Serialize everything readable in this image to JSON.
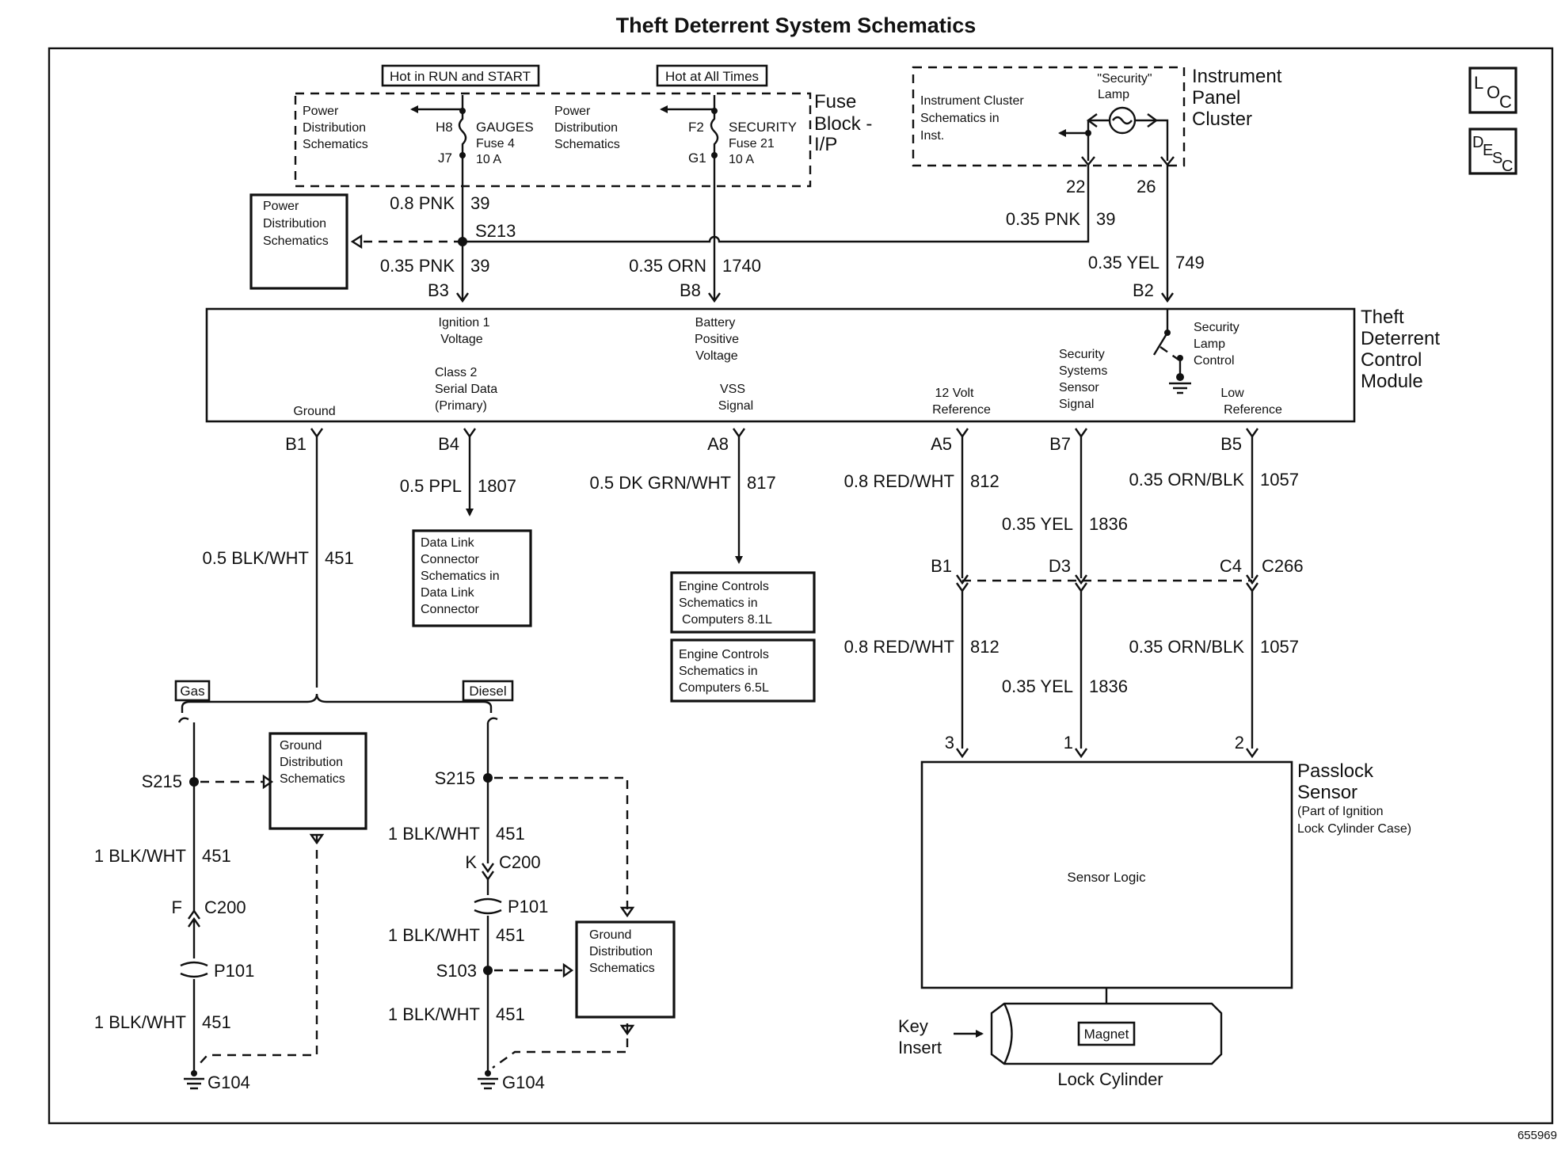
{
  "title": "Theft Deterrent System Schematics",
  "figure_id": "655969",
  "icons": {
    "loc": "LOC",
    "desc": "DESC"
  },
  "header_labels": {
    "hot_run_start": "Hot in RUN and START",
    "hot_all_times": "Hot at All Times"
  },
  "fuse_block": {
    "name": [
      "Fuse",
      "Block -",
      "I/P"
    ],
    "pds_left": [
      "Power",
      "Distribution",
      "Schematics"
    ],
    "pds_right": [
      "Power",
      "Distribution",
      "Schematics"
    ],
    "gauges_fuse": {
      "top_pin": "H8",
      "bottom_pin": "J7",
      "lines": [
        "GAUGES",
        "Fuse 4",
        "10 A"
      ]
    },
    "security_fuse": {
      "top_pin": "F2",
      "bottom_pin": "G1",
      "lines": [
        "SECURITY",
        "Fuse 21",
        "10 A"
      ]
    }
  },
  "instrument_cluster": {
    "name": [
      "Instrument",
      "Panel",
      "Cluster"
    ],
    "ref": [
      "Instrument Cluster",
      "Schematics in",
      "Inst."
    ],
    "lamp": [
      "\"Security\"",
      "Lamp"
    ],
    "pin_left": "22",
    "pin_right": "26"
  },
  "power_box": [
    "Power",
    "Distribution",
    "Schematics"
  ],
  "top_wires": {
    "w1": {
      "gauge": "0.8 PNK",
      "circuit": "39"
    },
    "splice": "S213",
    "w2": {
      "gauge": "0.35 PNK",
      "circuit": "39"
    },
    "w3": {
      "gauge": "0.35 PNK",
      "circuit": "39"
    },
    "w4": {
      "gauge": "0.35 ORN",
      "circuit": "1740"
    },
    "w5": {
      "gauge": "0.35 YEL",
      "circuit": "749"
    }
  },
  "module": {
    "name": [
      "Theft",
      "Deterrent",
      "Control",
      "Module"
    ],
    "top_pins": [
      "B3",
      "B8",
      "B2"
    ],
    "labels": {
      "ign": [
        "Ignition 1",
        "Voltage"
      ],
      "batt": [
        "Battery",
        "Positive",
        "Voltage"
      ],
      "lamp_ctrl": [
        "Security",
        "Lamp",
        "Control"
      ],
      "ground": "Ground",
      "serial": [
        "Class 2",
        "Serial Data",
        "(Primary)"
      ],
      "vss": [
        "VSS",
        "Signal"
      ],
      "ref12": [
        "12 Volt",
        "Reference"
      ],
      "sensor": [
        "Security",
        "Systems",
        "Sensor",
        "Signal"
      ],
      "lowref": [
        "Low",
        "Reference"
      ]
    },
    "bottom_pins": [
      "B1",
      "B4",
      "A8",
      "A5",
      "B7",
      "B5"
    ]
  },
  "wires_mid": {
    "gnd": {
      "gauge": "0.5 BLK/WHT",
      "circuit": "451"
    },
    "data": {
      "gauge": "0.5 PPL",
      "circuit": "1807"
    },
    "vss": {
      "gauge": "0.5 DK GRN/WHT",
      "circuit": "817"
    },
    "ref": {
      "gauge": "0.8 RED/WHT",
      "circuit": "812"
    },
    "sig": {
      "gauge": "0.35 YEL",
      "circuit": "1836"
    },
    "low": {
      "gauge": "0.35 ORN/BLK",
      "circuit": "1057"
    }
  },
  "boxes": {
    "dlc": [
      "Data Link",
      "Connector",
      "Schematics in",
      "Data Link",
      "Connector"
    ],
    "ec81": [
      "Engine Controls",
      "Schematics in",
      "Computers 8.1L"
    ],
    "ec65": [
      "Engine Controls",
      "Schematics in",
      "Computers 6.5L"
    ],
    "gds1": [
      "Ground",
      "Distribution",
      "Schematics"
    ],
    "gds2": [
      "Ground",
      "Distribution",
      "Schematics"
    ]
  },
  "connector_c266": {
    "pins": [
      "B1",
      "D3",
      "C4"
    ],
    "name": "C266"
  },
  "passlock_wires": {
    "ref": {
      "gauge": "0.8 RED/WHT",
      "circuit": "812"
    },
    "sig": {
      "gauge": "0.35 YEL",
      "circuit": "1836"
    },
    "low": {
      "gauge": "0.35 ORN/BLK",
      "circuit": "1057"
    },
    "pins": [
      "3",
      "1",
      "2"
    ]
  },
  "passlock": {
    "name": [
      "Passlock",
      "Sensor"
    ],
    "sub": [
      "(Part of Ignition",
      "Lock Cylinder Case)"
    ],
    "logic": "Sensor Logic",
    "key": [
      "Key",
      "Insert"
    ],
    "magnet": "Magnet",
    "cylinder": "Lock Cylinder"
  },
  "gas": {
    "label": "Gas",
    "splice": "S215",
    "w1": {
      "gauge": "1 BLK/WHT",
      "circuit": "451"
    },
    "conn_pin": "F",
    "conn": "C200",
    "pass": "P101",
    "w2": {
      "gauge": "1 BLK/WHT",
      "circuit": "451"
    },
    "ground": "G104"
  },
  "diesel": {
    "label": "Diesel",
    "splice": "S215",
    "w1": {
      "gauge": "1 BLK/WHT",
      "circuit": "451"
    },
    "conn_pin": "K",
    "conn": "C200",
    "pass": "P101",
    "w2": {
      "gauge": "1 BLK/WHT",
      "circuit": "451"
    },
    "splice2": "S103",
    "w3": {
      "gauge": "1 BLK/WHT",
      "circuit": "451"
    },
    "ground": "G104"
  }
}
